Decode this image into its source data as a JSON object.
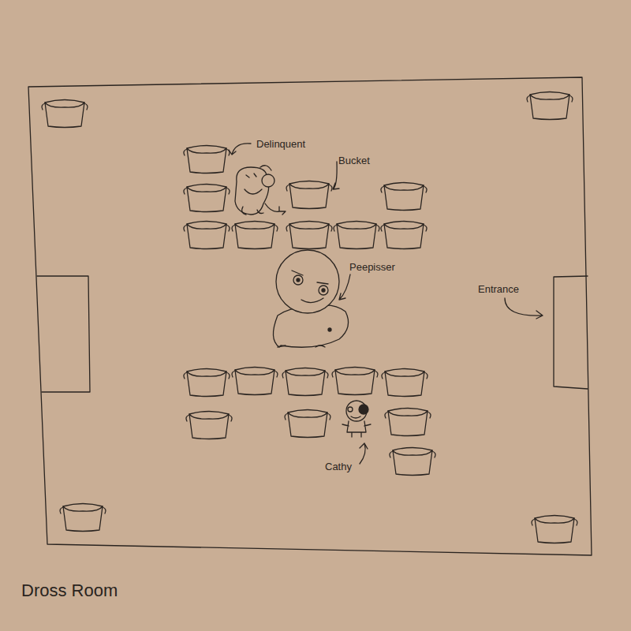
{
  "diagram": {
    "caption": "Dross Room",
    "labels": [
      "Delinquent",
      "Bucket",
      "Peepisser",
      "Entrance",
      "Cathy"
    ]
  }
}
